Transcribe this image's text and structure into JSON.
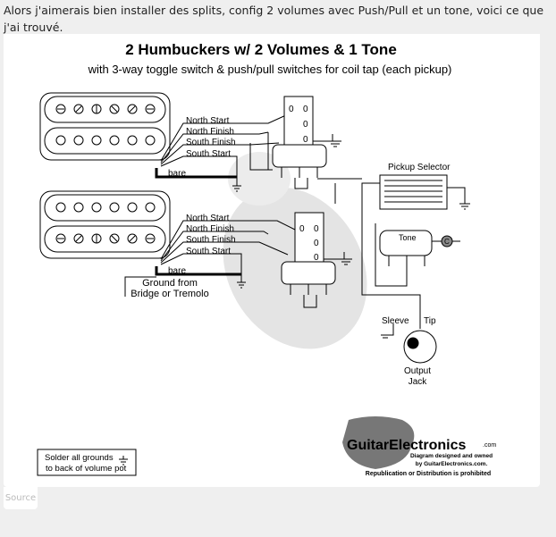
{
  "post": {
    "text": "Alors j'aimerais bien installer des splits, config 2 volumes avec Push/Pull et un tone, voici ce que j'ai trouvé."
  },
  "diagram": {
    "title": "2 Humbuckers w/ 2 Volumes & 1 Tone",
    "subtitle": "with 3-way toggle switch & push/pull switches for coil tap (each pickup)",
    "neck_wires": [
      "North Start",
      "North Finish",
      "South Finish",
      "South Start"
    ],
    "neck_bare": "bare",
    "bridge_wires": [
      "North Start",
      "North Finish",
      "South Finish",
      "South Start"
    ],
    "bridge_bare": "bare",
    "ground_note_line1": "Ground from",
    "ground_note_line2": "Bridge or Tremolo",
    "switch_lug": "0",
    "pickup_selector": "Pickup Selector",
    "tone": "Tone",
    "capacitor": "C",
    "sleeve": "Sleeve",
    "tip": "Tip",
    "output_line1": "Output",
    "output_line2": "Jack",
    "solder_note_line1": "Solder all grounds",
    "solder_note_line2": "to back of volume pot",
    "logo": {
      "brand": "GuitarElectronics",
      "brand_suffix": ".com",
      "line1": "Diagram designed and owned",
      "line2": "by GuitarElectronics.com.",
      "line3": "Republication or Distribution is prohibited"
    }
  },
  "source_label": "Source"
}
